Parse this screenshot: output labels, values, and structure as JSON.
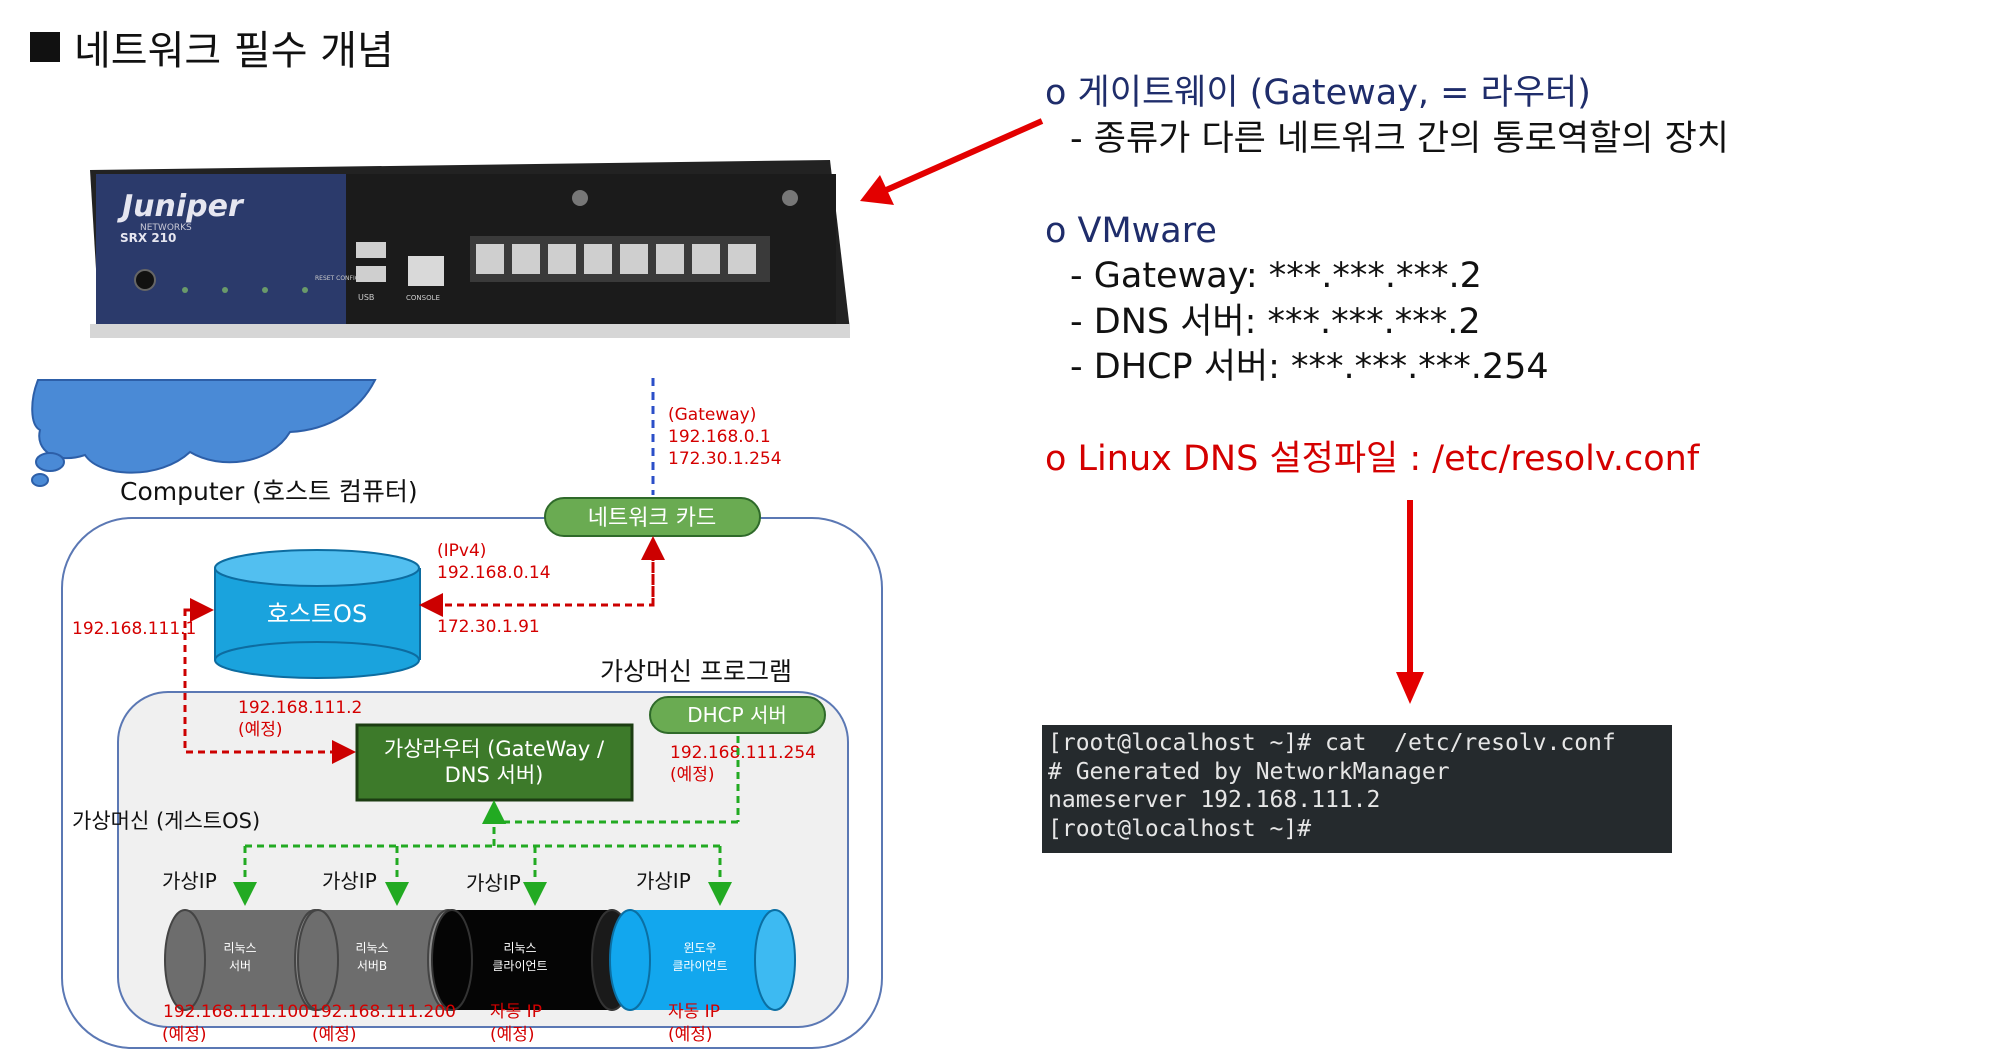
{
  "slide_title": "네트워크 필수 개념",
  "gateway_section": {
    "heading": "o 게이트웨이 (Gateway, = 라우터)",
    "desc": "- 종류가 다른 네트워크 간의 통로역할의 장치"
  },
  "vmware_section": {
    "heading": "o VMware",
    "items": [
      "- Gateway: ***.***.***.2",
      "- DNS 서버: ***.***.***.2",
      "- DHCP 서버: ***.***.***.254"
    ]
  },
  "linux_dns": "o Linux DNS 설정파일 : /etc/resolv.conf",
  "terminal": {
    "lines": [
      "[root@localhost ~]# cat  /etc/resolv.conf",
      "# Generated by NetworkManager",
      "nameserver 192.168.111.2",
      "[root@localhost ~]#"
    ]
  },
  "router": {
    "brand": "Juniper",
    "brand_sub": "NETWORKS",
    "model": "SRX 210",
    "port_labels": {
      "usb": "USB",
      "console": "CONSOLE",
      "reset": "RESET CONFIG"
    }
  },
  "diagram": {
    "computer_label": "Computer (호스트 컴퓨터)",
    "nic": "네트워크 카드",
    "gateway_labels": [
      "(Gateway)",
      "192.168.0.1",
      "172.30.1.254"
    ],
    "host_os": "호스트OS",
    "host_ips": [
      "(IPv4)",
      "192.168.0.14"
    ],
    "host_ip2": "172.30.1.91",
    "left_ip": "192.168.111.1",
    "vm_program": "가상머신 프로그램",
    "vrouter_ips": [
      "192.168.111.2",
      "(예정)"
    ],
    "vrouter": [
      "가상라우터 (GateWay /",
      "DNS 서버)"
    ],
    "dhcp": "DHCP 서버",
    "dhcp_ips": [
      "192.168.111.254",
      "(예정)"
    ],
    "guest_label": "가상머신 (게스트OS)",
    "virtual_ip": "가상IP",
    "machines": [
      {
        "name": [
          "리눅스",
          "서버"
        ],
        "ip": "192.168.111.100",
        "note": "(예정)"
      },
      {
        "name": [
          "리눅스",
          "서버B"
        ],
        "ip": "192.168.111.200",
        "note": "(예정)"
      },
      {
        "name": [
          "리눅스",
          "클라이언트"
        ],
        "ip": "자동 IP",
        "note": "(예정)"
      },
      {
        "name": [
          "윈도우",
          "클라이언트"
        ],
        "ip": "자동 IP",
        "note": "(예정)"
      }
    ]
  },
  "colors": {
    "red": "#d40000",
    "navy": "#1f2d6b",
    "green": "#22aa22",
    "blue": "#1aa3dd",
    "nic_green": "#6aab52",
    "router_green": "#3d7a2a"
  }
}
